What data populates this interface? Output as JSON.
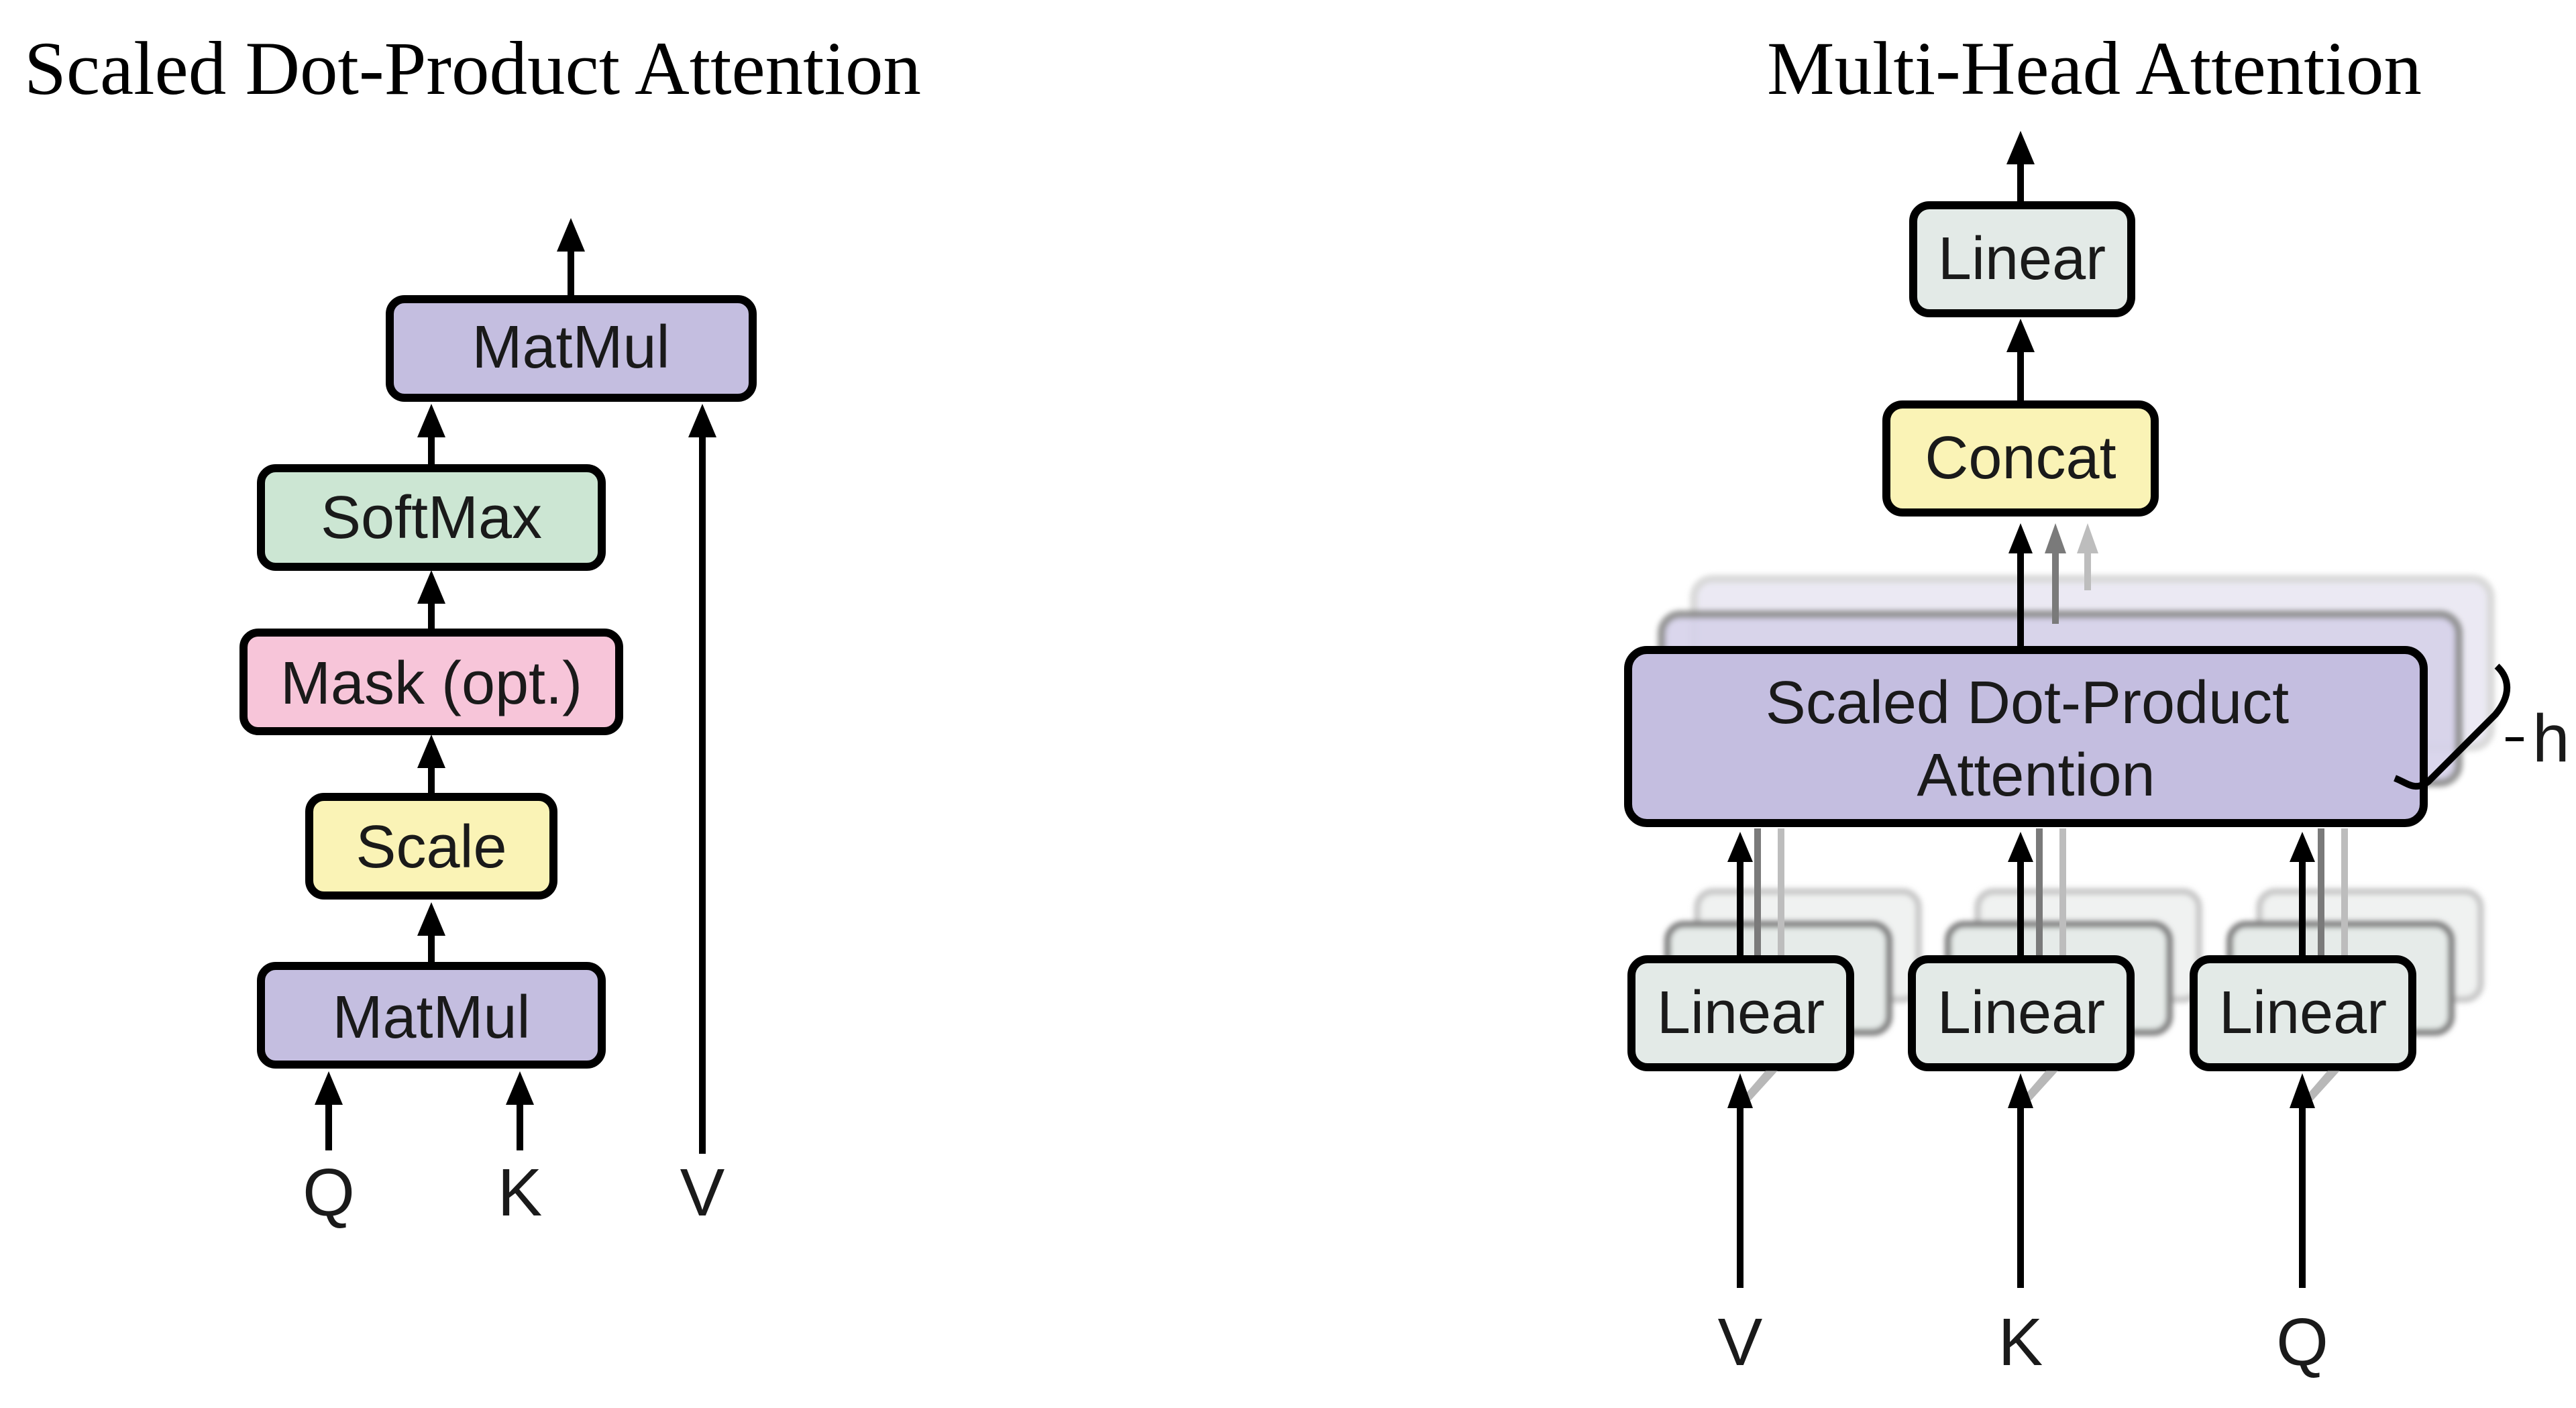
{
  "left": {
    "title": "Scaled Dot-Product Attention",
    "boxes": {
      "matmul_top": "MatMul",
      "softmax": "SoftMax",
      "mask": "Mask (opt.)",
      "scale": "Scale",
      "matmul_bottom": "MatMul"
    },
    "inputs": {
      "q": "Q",
      "k": "K",
      "v": "V"
    }
  },
  "right": {
    "title": "Multi-Head Attention",
    "boxes": {
      "linear_top": "Linear",
      "concat": "Concat",
      "attention_line1": "Scaled Dot-Product",
      "attention_line2": "Attention",
      "linear_v": "Linear",
      "linear_k": "Linear",
      "linear_q": "Linear"
    },
    "heads_label": "h",
    "inputs": {
      "v": "V",
      "k": "K",
      "q": "Q"
    }
  },
  "colors": {
    "matmul": "#c4bee0",
    "softmax": "#cce6d3",
    "mask": "#f7c5d9",
    "scale": "#faf3b6",
    "linear": "#e3eae7",
    "concat": "#faf3b6",
    "attention": "#c4bee0"
  }
}
